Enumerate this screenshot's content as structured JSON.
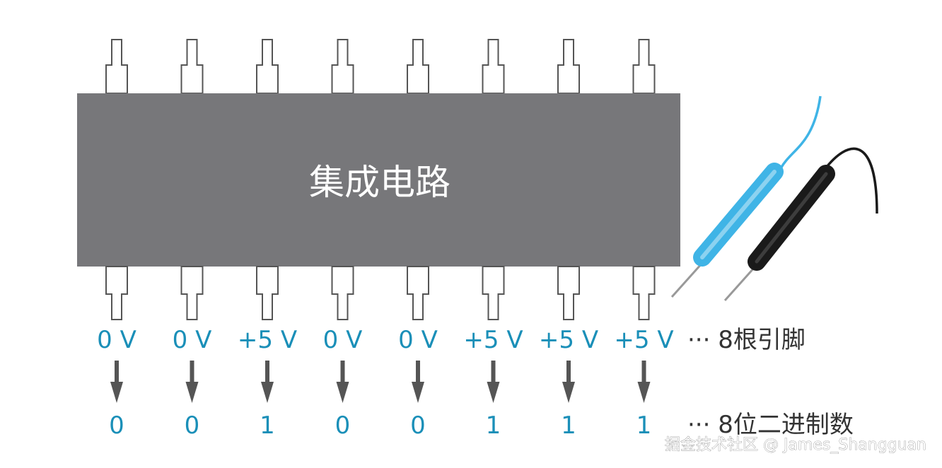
{
  "chip": {
    "label": "集成电路"
  },
  "pins": [
    {
      "voltage": "0 V",
      "bit": "0"
    },
    {
      "voltage": "0 V",
      "bit": "0"
    },
    {
      "voltage": "+5 V",
      "bit": "1"
    },
    {
      "voltage": "0 V",
      "bit": "0"
    },
    {
      "voltage": "0 V",
      "bit": "0"
    },
    {
      "voltage": "+5 V",
      "bit": "1"
    },
    {
      "voltage": "+5 V",
      "bit": "1"
    },
    {
      "voltage": "+5 V",
      "bit": "1"
    }
  ],
  "notes": {
    "pins": "··· 8根引脚",
    "bits": "··· 8位二进制数"
  },
  "watermark": "掘金技术社区 @ James_Shangguan",
  "colors": {
    "chip": "#77777a",
    "accent": "#1a8fb8",
    "probe_blue": "#3fb4e6",
    "probe_black": "#1a1a1a",
    "arrow": "#555555"
  }
}
